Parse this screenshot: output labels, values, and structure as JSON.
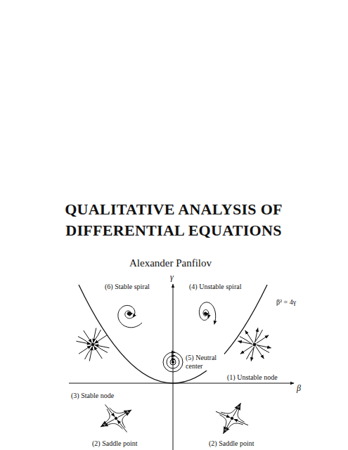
{
  "diagram": {
    "title": "QUALITATIVE ANALYSIS OF DIFFERENTIAL EQUATIONS",
    "labels": [
      "Alexander Panfilov",
      "γ",
      "β",
      "(6) Stable spiral",
      "(4) Unstable spiral",
      "β² = 4γ",
      "(5) Neutral center",
      "(3) Stable node",
      "(1) Unstable node",
      "(2) Saddle point",
      "(2) Saddle point"
    ]
  }
}
